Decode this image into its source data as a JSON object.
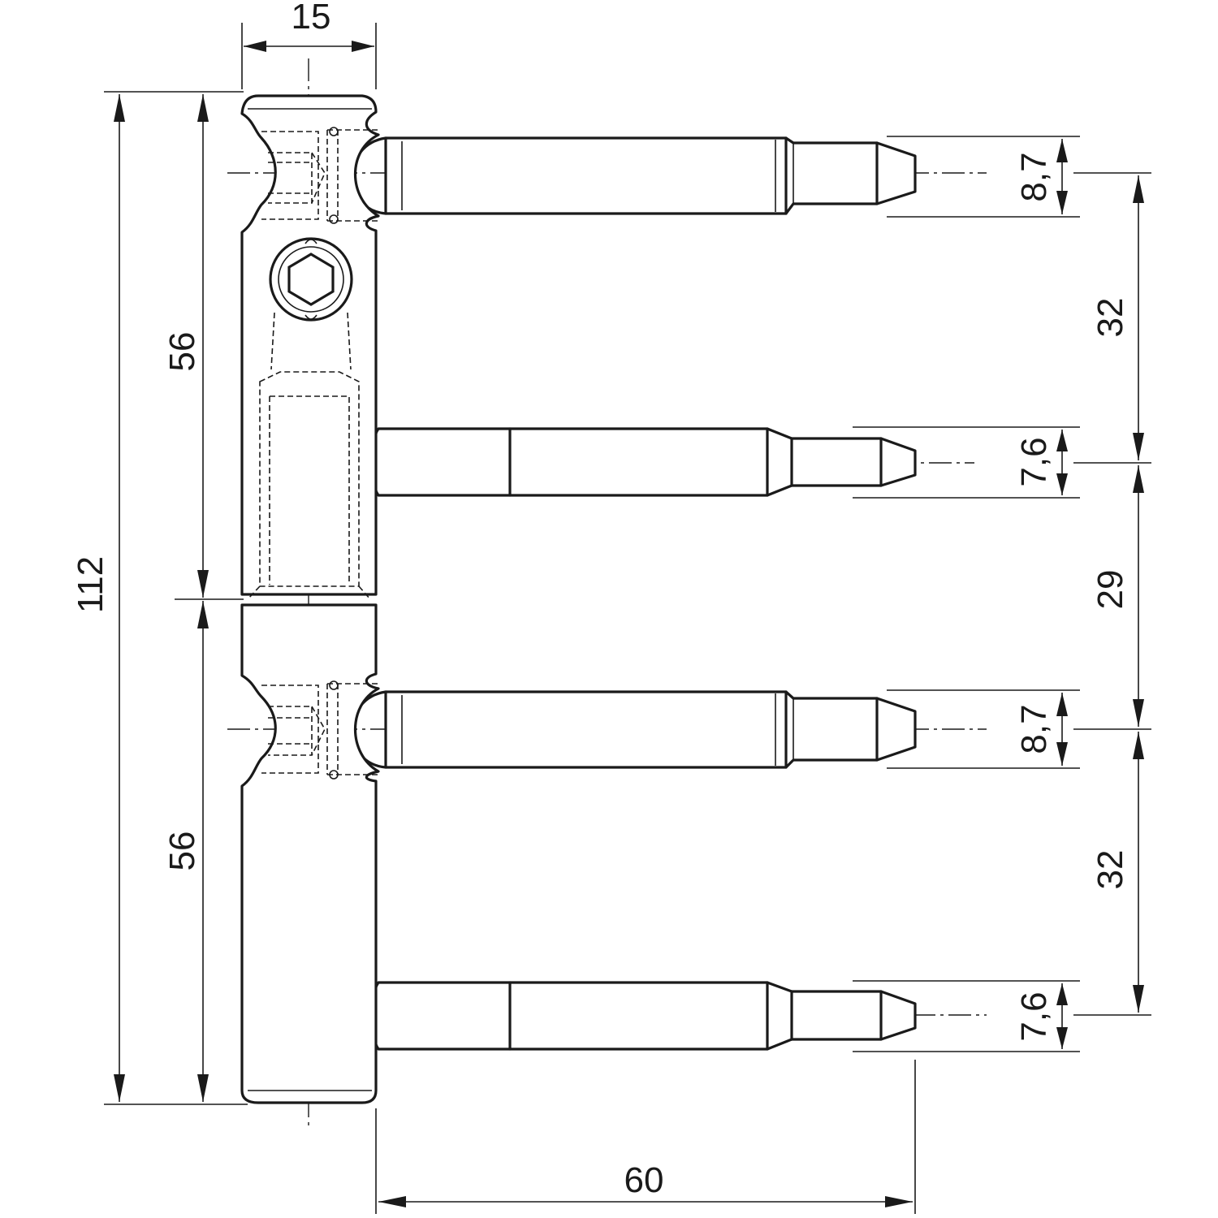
{
  "dimensions": {
    "knuckle_width": "15",
    "overall_height": "112",
    "upper_leaf_height": "56",
    "lower_leaf_height": "56",
    "pin_length": "60",
    "pin1_diameter": "8,7",
    "pin2_diameter": "7,6",
    "pin3_diameter": "8,7",
    "pin4_diameter": "7,6",
    "spacing_pin1_pin2": "32",
    "spacing_pin2_pin3": "29",
    "spacing_pin3_pin4": "32"
  },
  "colors": {
    "line": "#1a1a1a",
    "background": "#ffffff"
  }
}
